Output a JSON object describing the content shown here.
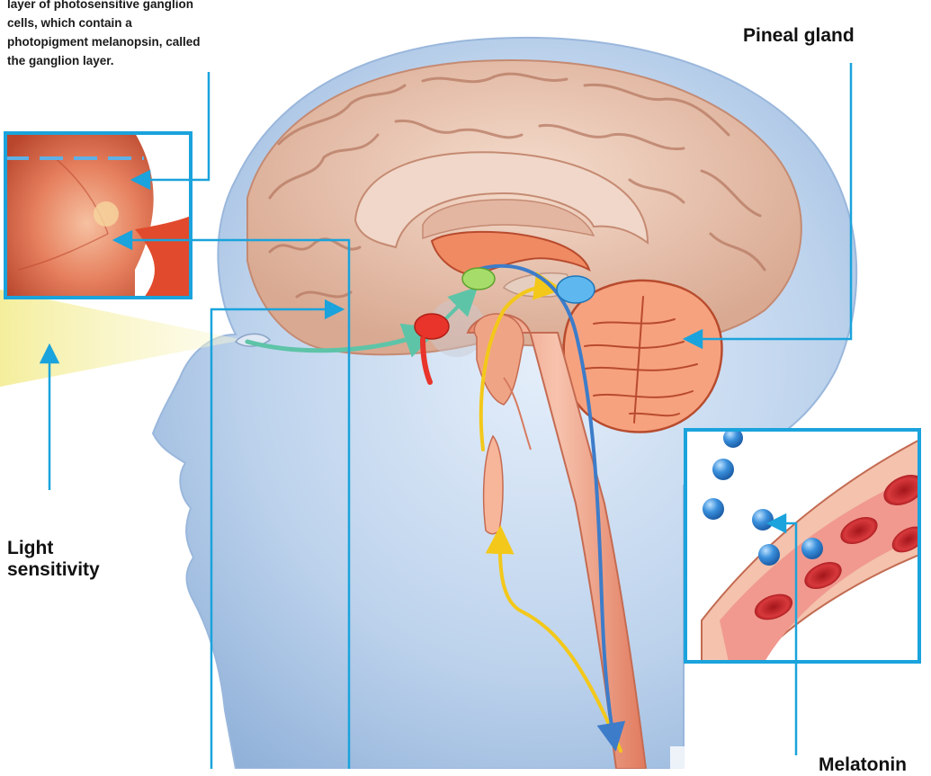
{
  "caption": {
    "lines": [
      "layer of photosensitive ganglion",
      "cells, which contain a",
      "photopigment melanopsin, called",
      "the ganglion layer."
    ]
  },
  "labels": {
    "pineal_gland": "Pineal gland",
    "light_sensitivity_line1": "Light",
    "light_sensitivity_line2": "sensitivity",
    "melatonin": "Melatonin"
  },
  "colors": {
    "pointer_line": "#1aa3dc",
    "inset_frame": "#1aa3dc",
    "light_beam": "#f6f0a8",
    "neural_pathway": "#5ec4a8",
    "yellow_pathway": "#f3c81a",
    "blue_pathway": "#3d7cc9",
    "melatonin_molecule": "#2f86d6",
    "blood_cell": "#c9252b",
    "brain": "#e9c9b8",
    "pineal_structure": "#f3845a",
    "head_skin": "#b9cfe8"
  }
}
